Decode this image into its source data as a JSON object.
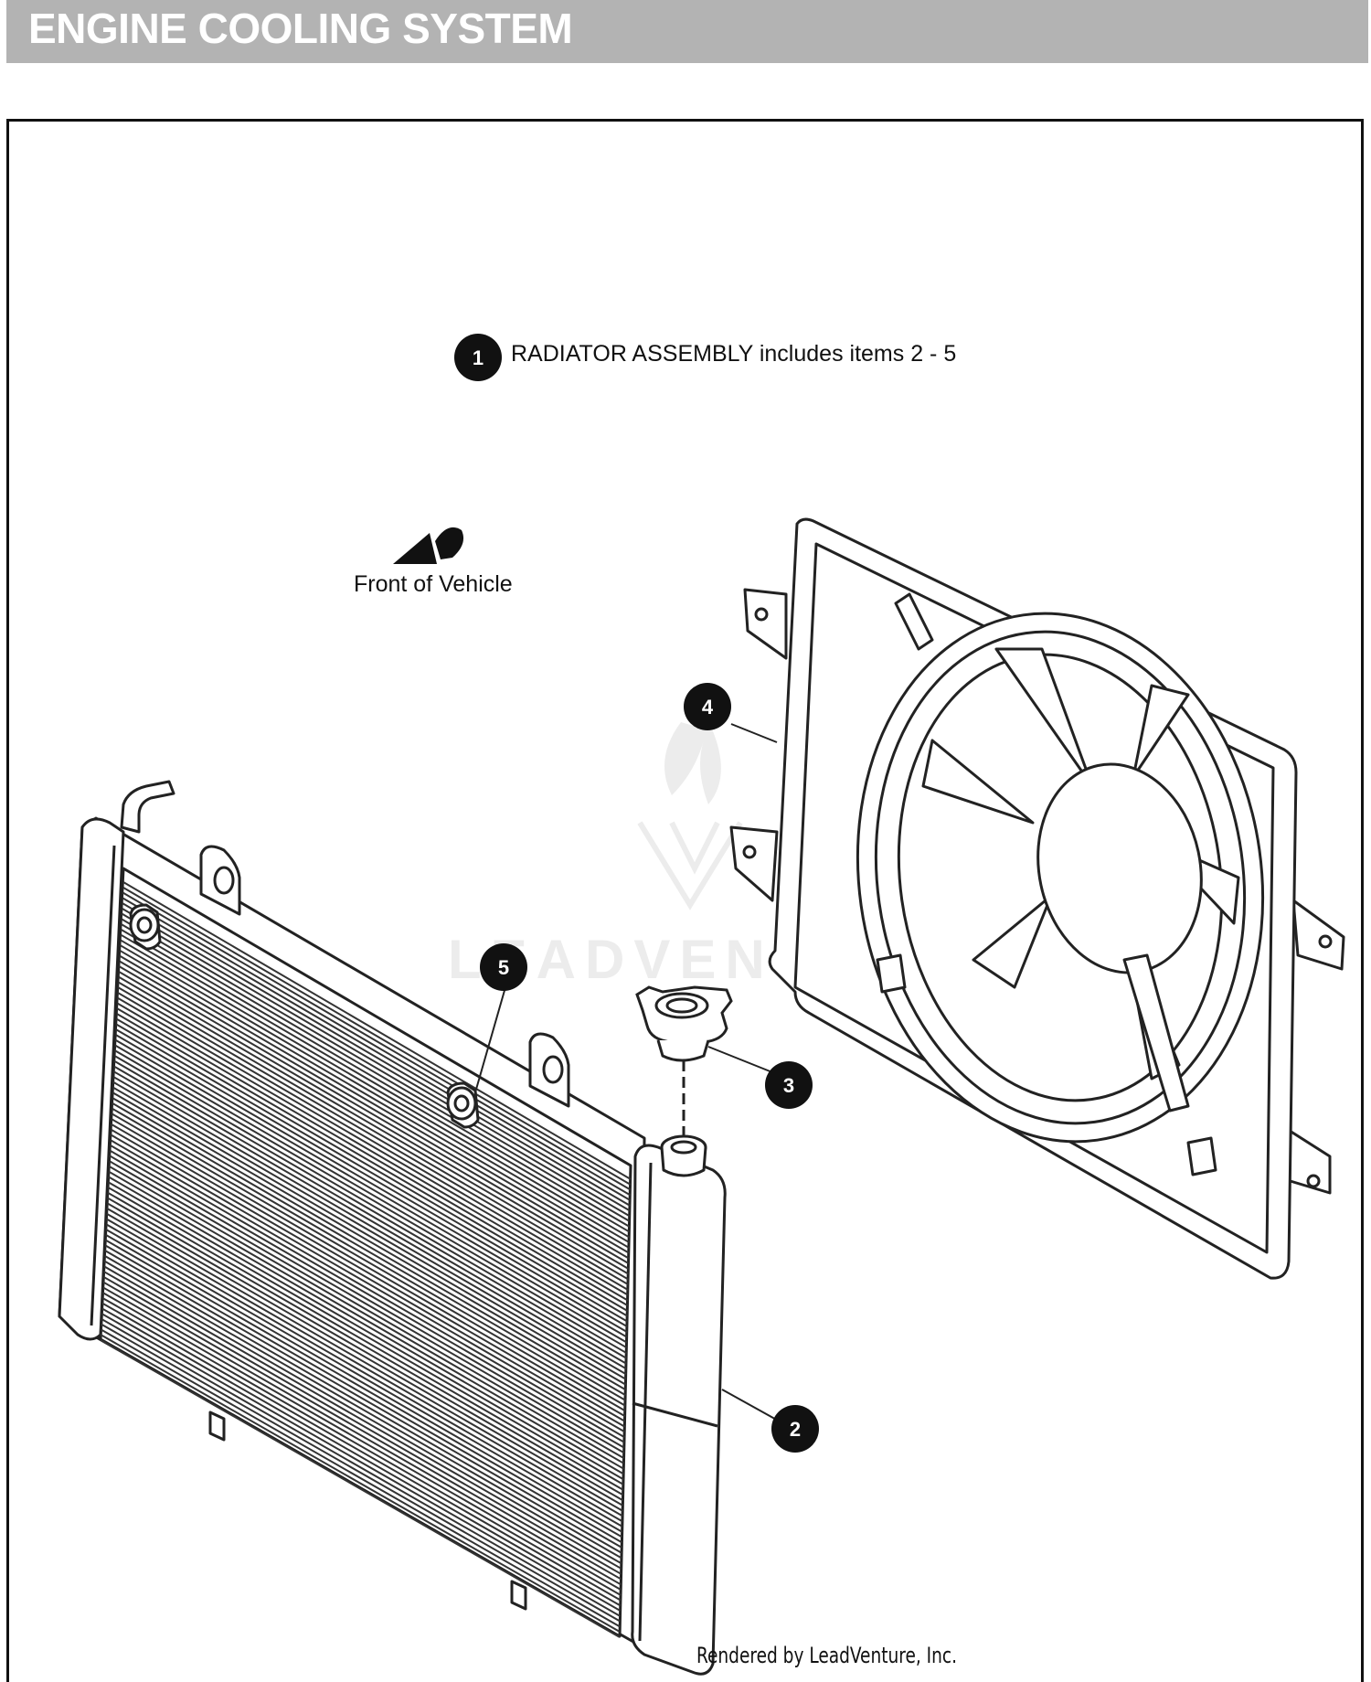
{
  "header": {
    "title": "ENGINE COOLING SYSTEM"
  },
  "diagram": {
    "assembly_note": "RADIATOR ASSEMBLY includes items 2 - 5",
    "front_label": "Front of Vehicle",
    "credit": "Rendered by LeadVenture, Inc.",
    "watermark": "LEADVENTURE",
    "callouts": [
      {
        "number": "1",
        "part": "RADIATOR ASSEMBLY"
      },
      {
        "number": "2"
      },
      {
        "number": "3"
      },
      {
        "number": "4"
      },
      {
        "number": "5"
      }
    ]
  },
  "colors": {
    "header_bg": "#b3b3b3",
    "line": "#222222",
    "callout_fill": "#111111"
  }
}
